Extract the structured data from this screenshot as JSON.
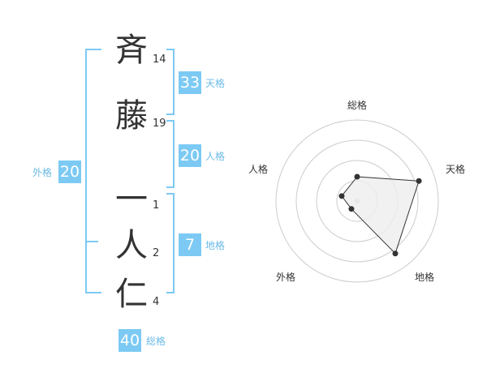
{
  "characters": [
    {
      "char": "斉",
      "strokes": "14"
    },
    {
      "char": "藤",
      "strokes": "19"
    },
    {
      "char": "一",
      "strokes": "1"
    },
    {
      "char": "人",
      "strokes": "2"
    },
    {
      "char": "仁",
      "strokes": "4"
    }
  ],
  "kakusu": {
    "tenkaku": {
      "value": "33",
      "label": "天格"
    },
    "jinkaku": {
      "value": "20",
      "label": "人格"
    },
    "chikaku": {
      "value": "7",
      "label": "地格"
    },
    "gaikaku": {
      "value": "20",
      "label": "外格"
    },
    "soukaku": {
      "value": "40",
      "label": "総格"
    }
  },
  "radar": {
    "labels": {
      "top": "総格",
      "right_top": "天格",
      "right_bottom": "地格",
      "left_bottom": "外格",
      "left_top": "人格"
    },
    "values": [
      0.3,
      0.8,
      0.8,
      0.12,
      0.2
    ],
    "colors": {
      "fill": "#eeeeee",
      "stroke": "#333333",
      "grid": "#cccccc",
      "center": "#cccccc"
    }
  },
  "colors": {
    "accent": "#7ccaf4",
    "accent_text": "#6cbbe6",
    "text": "#333333"
  }
}
